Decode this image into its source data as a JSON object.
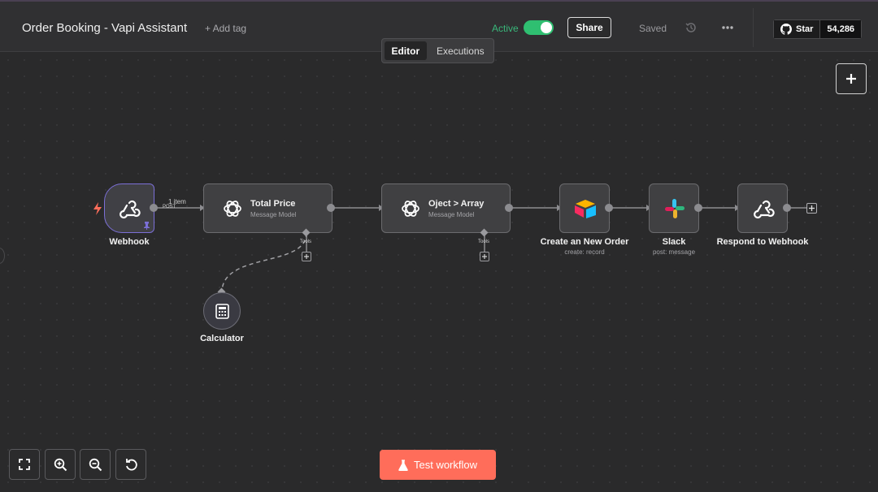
{
  "header": {
    "title": "Order Booking - Vapi Assistant",
    "add_tag": "+ Add tag",
    "active_label": "Active",
    "share_label": "Share",
    "saved_label": "Saved",
    "github_star_label": "Star",
    "github_star_count": "54,286"
  },
  "tabs": [
    {
      "label": "Editor",
      "selected": true
    },
    {
      "label": "Executions",
      "selected": false
    }
  ],
  "nodes": {
    "webhook": {
      "label": "Webhook",
      "icon": "webhook-icon"
    },
    "total_price": {
      "title": "Total Price",
      "subtitle": "Message Model",
      "icon": "openai-icon"
    },
    "object_array": {
      "title": "Oject > Array",
      "subtitle": "Message Model",
      "icon": "openai-icon"
    },
    "create_order": {
      "label": "Create an New Order",
      "sublabel": "create: record",
      "icon": "airtable-icon"
    },
    "slack": {
      "label": "Slack",
      "sublabel": "post: message",
      "icon": "slack-icon"
    },
    "respond": {
      "label": "Respond to Webhook",
      "icon": "webhook-icon"
    },
    "calculator": {
      "label": "Calculator",
      "icon": "calculator-icon"
    }
  },
  "connection": {
    "item_count": "1 item",
    "port_label": "POST"
  },
  "tools_label": "Tools",
  "footer": {
    "test_button": "Test workflow"
  },
  "colors": {
    "accent": "#ff6d5a",
    "active_green": "#2fbf71",
    "canvas": "#2a2a2b",
    "node_bg": "#404042",
    "trigger_border": "#7b6fd6"
  }
}
